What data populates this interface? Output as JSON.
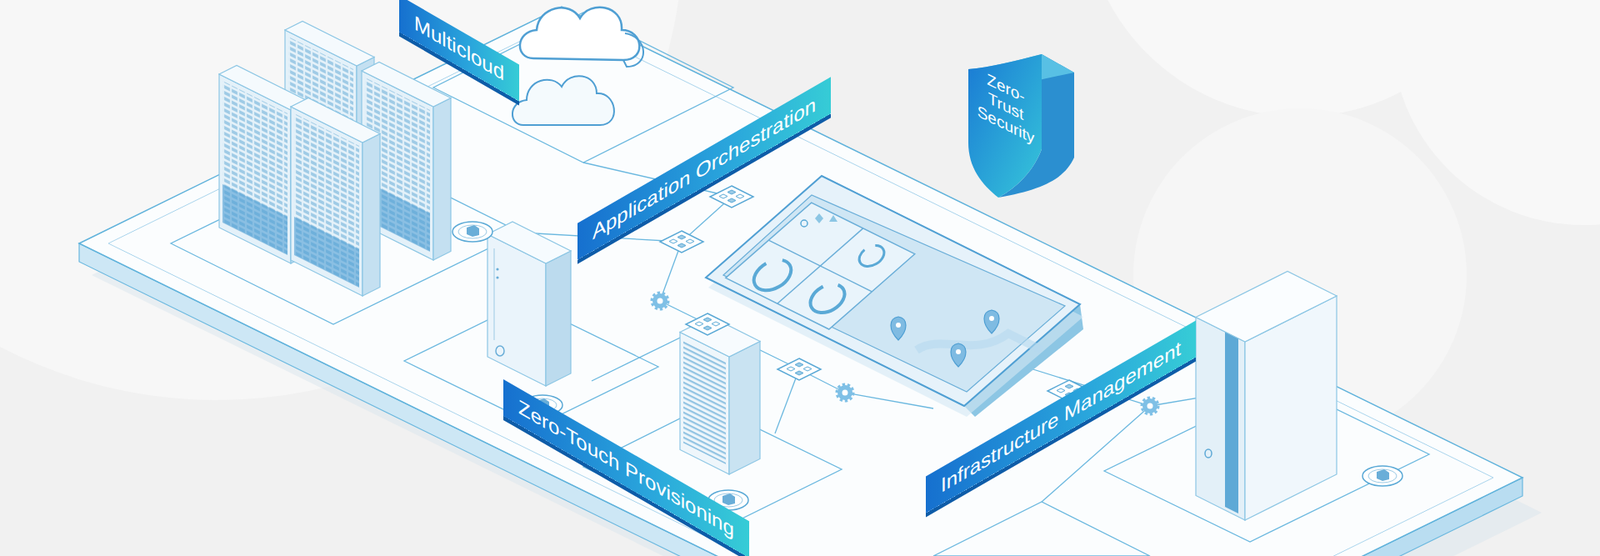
{
  "diagram": {
    "nodes": [
      {
        "text": [
          "Multicloud"
        ]
      },
      {
        "text": [
          "Application Orchestration"
        ]
      },
      {
        "text": [
          "Zero- Trust Security"
        ]
      },
      {
        "text": [
          "Zero-Touch Provisioning"
        ]
      },
      {
        "text": [
          "Infrastructure Management"
        ]
      }
    ]
  }
}
